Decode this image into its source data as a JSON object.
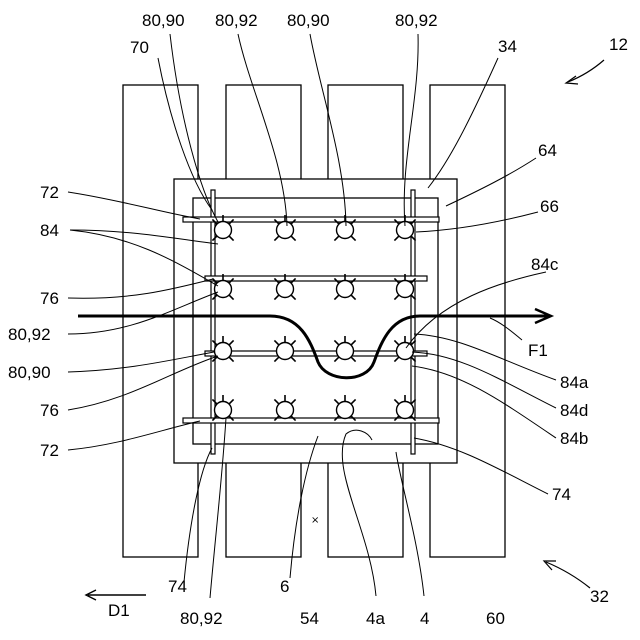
{
  "figure": {
    "labels": {
      "l80_90_a": "80,90",
      "l80_92_a": "80,92",
      "l80_90_b": "80,90",
      "l80_92_b": "80,92",
      "l70": "70",
      "l34": "34",
      "l12": "12",
      "l64": "64",
      "l72_top": "72",
      "l66": "66",
      "l84": "84",
      "l84c": "84c",
      "l76_top": "76",
      "l80_92_left": "80,92",
      "lF1": "F1",
      "l80_90_left": "80,90",
      "l84a": "84a",
      "l76_bot": "76",
      "l84d": "84d",
      "l84b": "84b",
      "l72_bot": "72",
      "l74_right": "74",
      "l74_bot": "74",
      "l80_92_bot": "80,92",
      "l6": "6",
      "l54": "54",
      "l4a": "4a",
      "l4": "4",
      "l60": "60",
      "l32": "32",
      "lD1": "D1",
      "marker_x": "×"
    }
  }
}
